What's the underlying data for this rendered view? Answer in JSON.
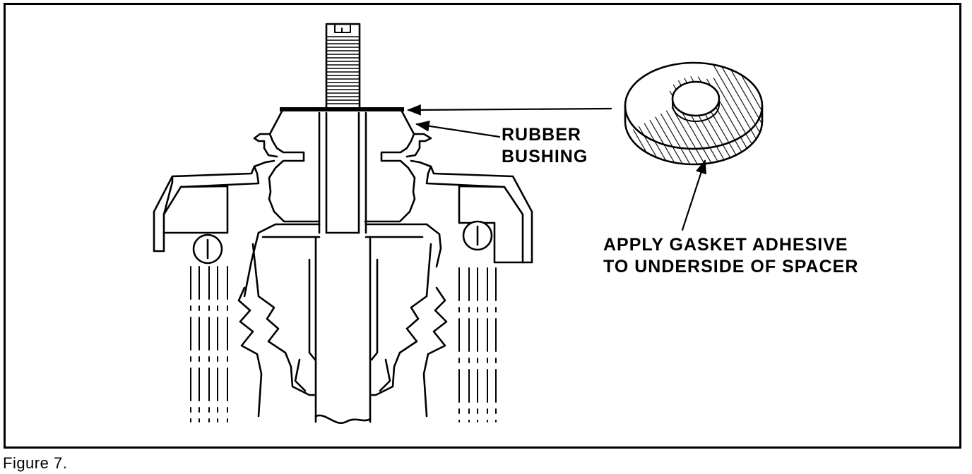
{
  "figure": {
    "caption": "Figure 7.",
    "callouts": {
      "rubber_bushing": [
        "RUBBER",
        "BUSHING"
      ],
      "gasket_adhesive": [
        "APPLY GASKET ADHESIVE",
        "TO UNDERSIDE OF SPACER"
      ]
    },
    "colors": {
      "ink": "#000000",
      "paper": "#ffffff"
    }
  }
}
